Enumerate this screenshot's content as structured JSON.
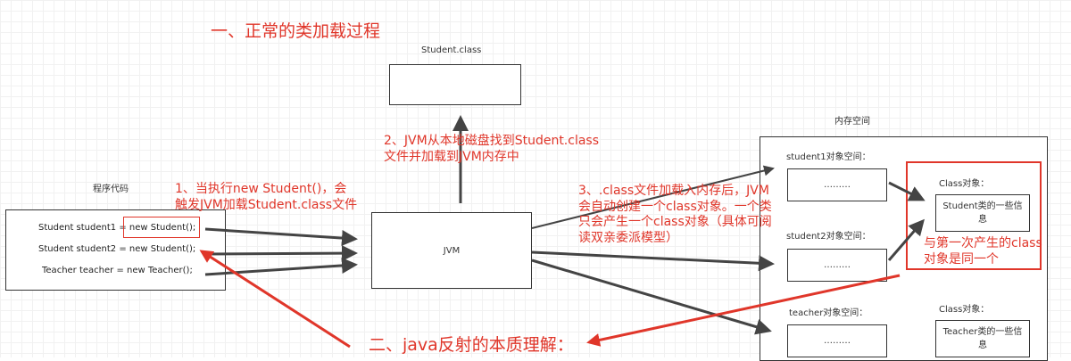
{
  "titles": {
    "section1": "一、正常的类加载过程",
    "section2": "二、java反射的本质理解："
  },
  "diagram": {
    "student_class_label": "Student.class",
    "program_code_label": "程序代码",
    "code_lines": [
      "Student student1 =  new Student();",
      "Student student2 =  new Student();",
      "Teacher teacher = new Teacher();"
    ],
    "jvm_label": "JVM",
    "memory_label": "内存空间",
    "student1_space_label": "student1对象空间：",
    "student2_space_label": "student2对象空间：",
    "teacher_space_label": "teacher对象空间：",
    "ellipsis": "………",
    "class_obj_label": "Class对象：",
    "student_info": "Student类的一些信息",
    "teacher_info": "Teacher类的一些信息"
  },
  "notes": {
    "n1_line1": "1、当执行new Student()，会",
    "n1_line2": "触发JVM加载Student.class文件",
    "n2_line1": "2、JVM从本地磁盘找到Student.class",
    "n2_line2": "文件并加载到JVM内存中",
    "n3_line1": "3、.class文件加载入内存后，JVM",
    "n3_line2": "会自动创建一个class对象。一个类",
    "n3_line3": "只会产生一个class对象（具体可阅",
    "n3_line4": "读双亲委派模型）",
    "same_line1": "与第一次产生的class",
    "same_line2": "对象是同一个"
  },
  "colors": {
    "annotation_red": "#e0362a",
    "arrow_dark": "#444444",
    "border": "#333333"
  }
}
